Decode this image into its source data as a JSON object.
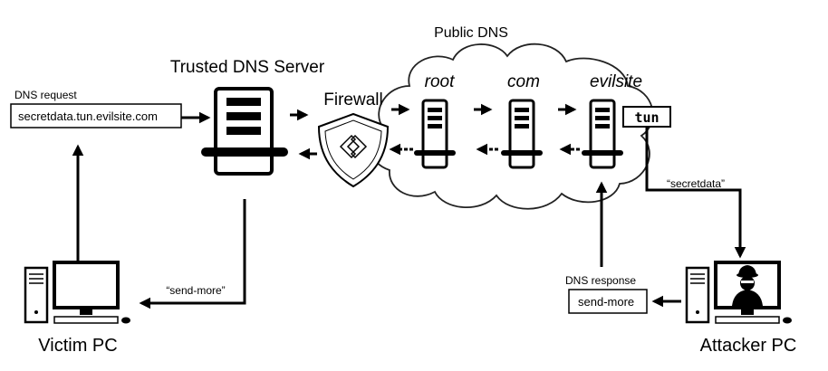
{
  "labels": {
    "public_dns": "Public DNS",
    "trusted_dns_server": "Trusted DNS Server",
    "firewall": "Firewall",
    "root": "root",
    "com": "com",
    "evilsite": "evilsite",
    "tun": "tun",
    "dns_request": "DNS request",
    "request_query": "secretdata.tun.evilsite.com",
    "secretdata_msg": "“secretdata”",
    "send_more_msg": "“send-more”",
    "dns_response": "DNS response",
    "response_value": "send-more",
    "victim_pc": "Victim PC",
    "attacker_pc": "Attacker PC"
  },
  "icons": {
    "server": "server-icon",
    "firewall": "firewall-shield-icon",
    "cloud": "cloud-icon",
    "pc": "desktop-pc-icon",
    "attacker": "hacker-icon"
  },
  "colors": {
    "ink": "#000000",
    "paper": "#ffffff",
    "cloud_stroke": "#222222"
  }
}
